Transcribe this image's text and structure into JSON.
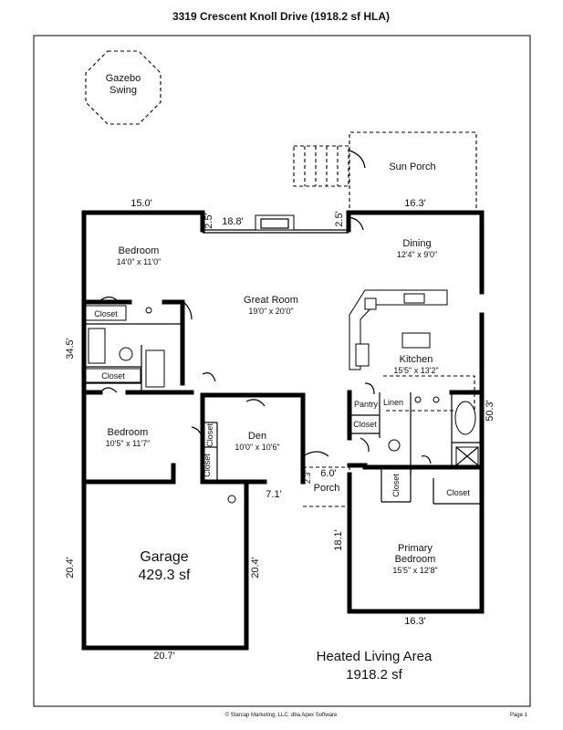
{
  "title": "3319 Crescent Knoll Drive (1918.2 sf HLA)",
  "footer": {
    "copyright": "© Starcap Marketing, LLC. dba Apex Software",
    "page": "Page 1"
  },
  "gazebo": {
    "line1": "Gazebo",
    "line2": "Swing"
  },
  "rooms": {
    "sun_porch": {
      "name": "Sun Porch"
    },
    "bedroom1": {
      "name": "Bedroom",
      "size": "14'0\" x 11'0\""
    },
    "bedroom2": {
      "name": "Bedroom",
      "size": "10'5\" x 11'7\""
    },
    "great_room": {
      "name": "Great Room",
      "size": "19'0\" x 20'0\""
    },
    "dining": {
      "name": "Dining",
      "size": "12'4\" x 9'0\""
    },
    "kitchen": {
      "name": "Kitchen",
      "size": "15'5\" x 13'2\""
    },
    "den": {
      "name": "Den",
      "size": "10'0\" x 10'6\""
    },
    "porch": {
      "name": "Porch"
    },
    "primary": {
      "line1": "Primary",
      "line2": "Bedroom",
      "size": "15'5\" x 12'8\""
    },
    "garage": {
      "name": "Garage",
      "area": "429.3 sf"
    }
  },
  "closets": {
    "c1": "Closet",
    "c2": "Closet",
    "c3": "Closet",
    "c4": "Closet",
    "c5": "Closet",
    "c6": "Closet",
    "c7": "Closet",
    "pantry": "Pantry",
    "linen": "Linen"
  },
  "dims": {
    "d15_0": "15.0'",
    "d2_5a": "2.5'",
    "d18_8": "18.8'",
    "d2_5b": "2.5'",
    "d16_3top": "16.3'",
    "d34_5": "34.5'",
    "d50_3": "50.3'",
    "d6_0": "6.0'",
    "d2_3": "2.3'",
    "d7_1": "7.1'",
    "d18_1": "18.1'",
    "d20_4a": "20.4'",
    "d20_4b": "20.4'",
    "d20_7": "20.7'",
    "d16_3bot": "16.3'"
  },
  "hla": {
    "line1": "Heated Living Area",
    "line2": "1918.2 sf"
  }
}
